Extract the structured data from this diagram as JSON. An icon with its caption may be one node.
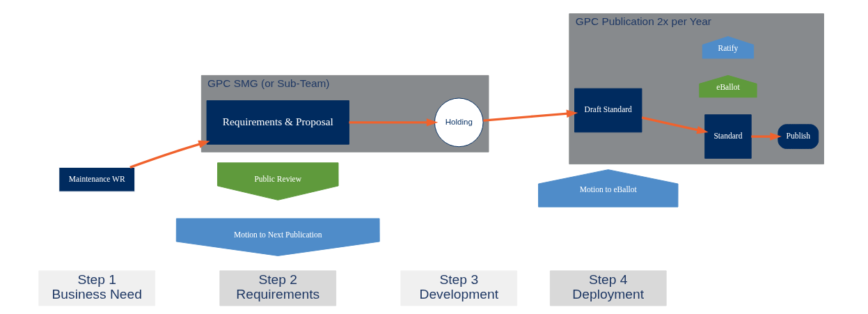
{
  "diagram": {
    "nodes": [
      {
        "text": [
          "Step 1",
          "Business Need"
        ]
      },
      {
        "text": [
          "Step 2",
          "Requirements"
        ]
      },
      {
        "text": [
          "Step 3",
          "Development"
        ]
      },
      {
        "text": [
          "Step 4",
          "Deployment"
        ]
      },
      {
        "text": [
          "GPC SMG (or Sub-Team)"
        ]
      },
      {
        "text": [
          "Maintenance WR"
        ]
      },
      {
        "text": [
          "Public Review"
        ]
      },
      {
        "text": [
          "Motion to Next Publication"
        ]
      },
      {
        "text": [
          "Requirements & Proposal"
        ],
        "in": 4
      },
      {
        "text": [
          "Holding"
        ],
        "in": 4
      },
      {
        "text": [
          "GPC Publication 2x per Year"
        ]
      },
      {
        "text": [
          "Draft Standard"
        ],
        "in": 10
      },
      {
        "text": [
          "Standard"
        ],
        "in": 10
      },
      {
        "text": [
          "Publish"
        ],
        "in": 10
      },
      {
        "text": [
          "Motion to eBallot"
        ]
      },
      {
        "text": [
          "eBallot"
        ],
        "in": 10
      },
      {
        "text": [
          "Ratify"
        ],
        "in": 10
      }
    ],
    "edges": [
      {
        "from": 5,
        "to": 8,
        "arrow": "to"
      },
      {
        "from": 8,
        "to": 9,
        "arrow": "to"
      },
      {
        "from": 9,
        "to": 11,
        "arrow": "to"
      },
      {
        "from": 11,
        "to": 12,
        "arrow": "to"
      },
      {
        "from": 12,
        "to": 13,
        "arrow": "to"
      }
    ]
  }
}
